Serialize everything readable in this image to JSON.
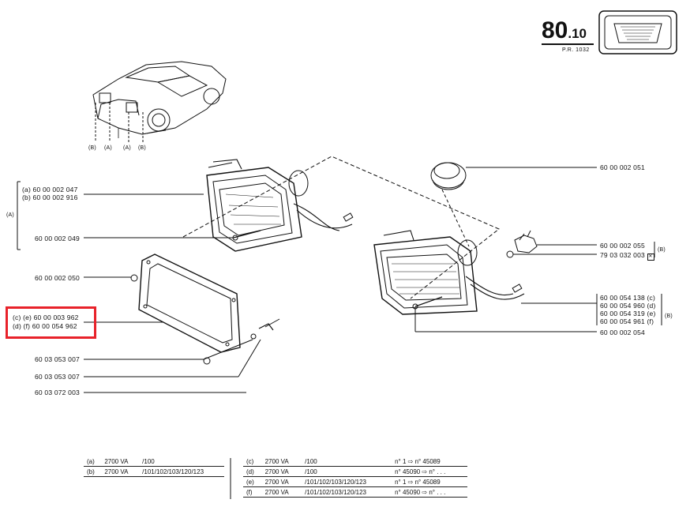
{
  "header": {
    "page_number": "80",
    "page_sub": ".10",
    "pr_code": "P.R. 1032"
  },
  "car": {
    "tags": [
      "(B)",
      "(A)",
      "(A)",
      "(B)"
    ]
  },
  "group_labels": {
    "left_A": "(A)",
    "right_B_top": "(B)",
    "right_B_bottom": "(B)"
  },
  "parts_left": {
    "headlamp_a": "(a) 60 00 002 047",
    "headlamp_b": "(b) 60 00 002 916",
    "screw_049": "60 00 002 049",
    "nut_050": "60 00 002 050",
    "frame_c": "(c) (e) 60 00 003 962",
    "frame_d": "(d) (f) 60 00 054 962",
    "part_3007a": "60 03 053 007",
    "part_3007b": "60 03 053 007",
    "part_2003": "60 03 072 003"
  },
  "parts_right": {
    "bulb_cap": "60 00 002 051",
    "lamp_holder": "60 00 002 055",
    "holder_alt": "79 03 032 003",
    "lamp_c": "60 00 054 138 (c)",
    "lamp_d": "60 00 054 960 (d)",
    "lamp_e": "60 00 054 319 (e)",
    "lamp_f": "60 00 054 961 (f)",
    "screw_054": "60 00 002 054"
  },
  "legend_left": [
    {
      "key": "(a)",
      "model": "2700 VA",
      "variants": "/100"
    },
    {
      "key": "(b)",
      "model": "2700 VA",
      "variants": "/101/102/103/120/123"
    }
  ],
  "legend_right": [
    {
      "key": "(c)",
      "model": "2700 VA",
      "variants": "/100",
      "range": "n° 1 ⇨ n° 45089"
    },
    {
      "key": "(d)",
      "model": "2700 VA",
      "variants": "/100",
      "range": "n° 45090 ⇨ n° . . ."
    },
    {
      "key": "(e)",
      "model": "2700 VA",
      "variants": "/101/102/103/120/123",
      "range": "n° 1 ⇨ n° 45089"
    },
    {
      "key": "(f)",
      "model": "2700 VA",
      "variants": "/101/102/103/120/123",
      "range": "n° 45090 ⇨ n° . . ."
    }
  ],
  "colors": {
    "highlight": "#e8222a",
    "ink": "#111111"
  }
}
